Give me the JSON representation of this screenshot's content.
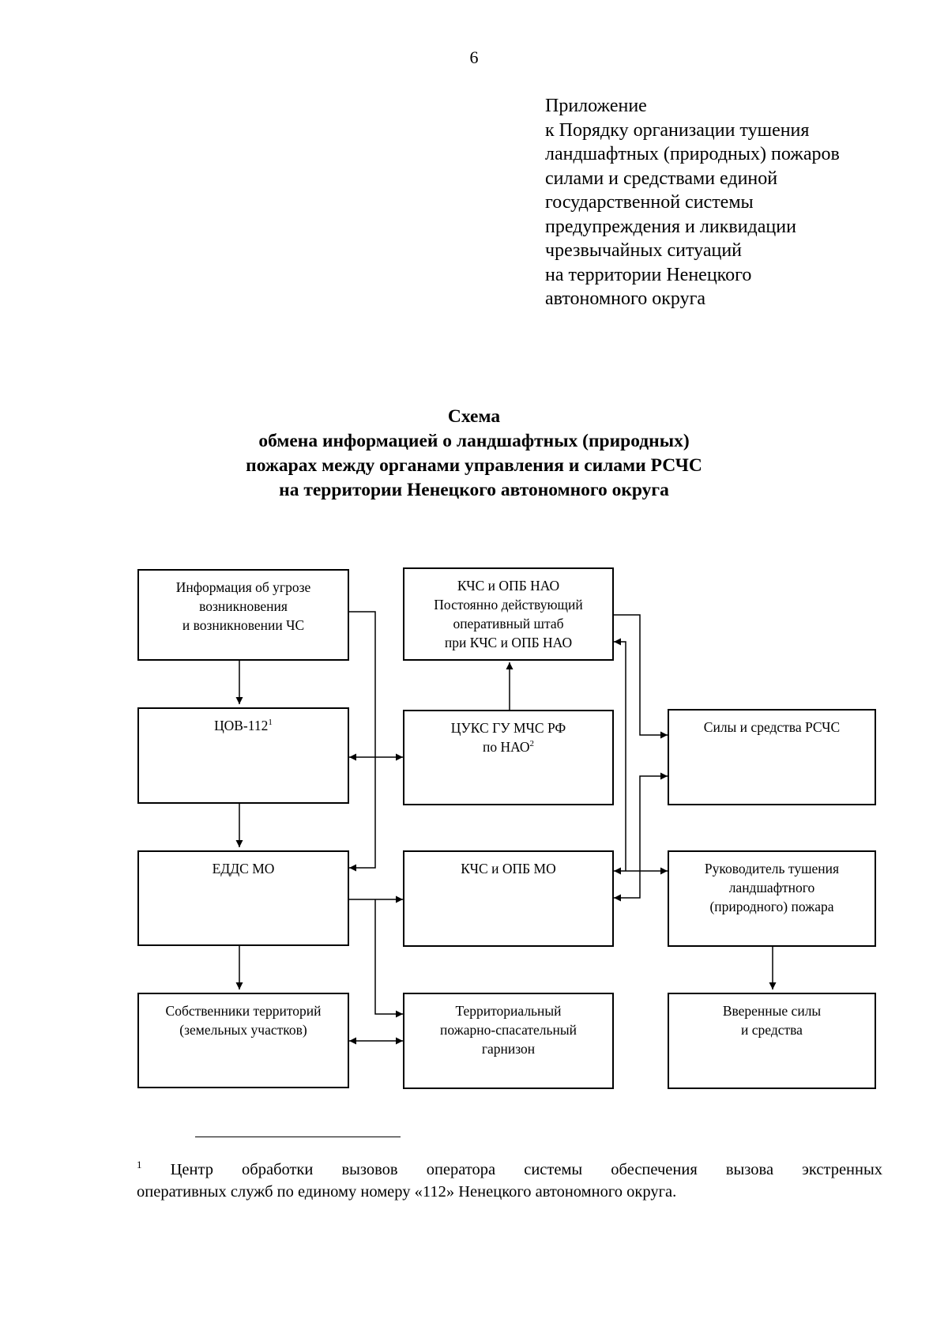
{
  "page_number": "6",
  "appendix": {
    "lines": [
      "Приложение",
      "к Порядку организации тушения",
      "ландшафтных (природных) пожаров",
      "силами и средствами единой",
      "государственной системы",
      "предупреждения и ликвидации",
      "чрезвычайных ситуаций",
      "на территории Ненецкого",
      "автономного округа"
    ]
  },
  "title": {
    "lines": [
      "Схема",
      "обмена информацией о ландшафтных (природных)",
      "пожарах между органами управления и силами РСЧС",
      "на территории Ненецкого автономного округа"
    ]
  },
  "diagram": {
    "threat_info": [
      "Информация об угрозе",
      "возникновения",
      "и возникновении ЧС"
    ],
    "kchs_nao": [
      "КЧС и ОПБ НАО",
      "Постоянно действующий",
      "оперативный штаб",
      "при КЧС и ОПБ НАО"
    ],
    "tsov": {
      "text": "ЦОВ-112",
      "sup": "1"
    },
    "tsuks": {
      "line1": "ЦУКС ГУ МЧС РФ",
      "line2": "по НАО",
      "sup": "2"
    },
    "rschs_forces": [
      "Силы и средства РСЧС"
    ],
    "edds": [
      "ЕДДС МО"
    ],
    "kchs_mo": [
      "КЧС и ОПБ МО"
    ],
    "fire_leader": [
      "Руководитель тушения",
      "ландшафтного",
      "(природного) пожара"
    ],
    "owners": [
      "Собственники территорий",
      "(земельных участков)"
    ],
    "garrison": [
      "Территориальный",
      "пожарно-спасательный",
      "гарнизон"
    ],
    "assigned_forces": [
      "Вверенные силы",
      "и средства"
    ]
  },
  "footnote": {
    "marker": "1",
    "line1": "Центр обработки вызовов оператора системы обеспечения вызова экстренных",
    "line2": "оперативных служб по единому номеру «112» Ненецкого автономного округа."
  }
}
